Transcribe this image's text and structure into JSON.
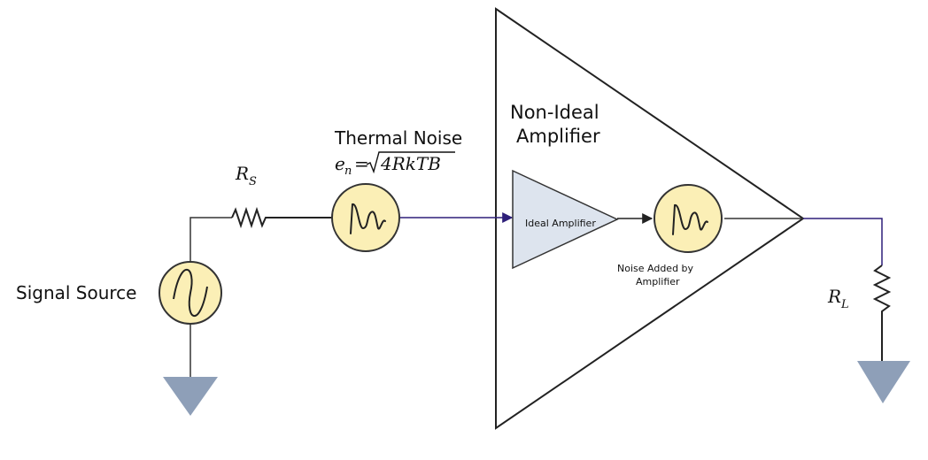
{
  "labels": {
    "signal_source": "Signal Source",
    "thermal_noise": "Thermal Noise",
    "non_ideal_line1": "Non-Ideal",
    "non_ideal_line2": "Amplifier",
    "ideal_amplifier": "Ideal Amplifier",
    "noise_added_line1": "Noise Added by",
    "noise_added_line2": "Amplifier"
  },
  "symbols": {
    "rs_main": "R",
    "rs_sub": "S",
    "rl_main": "R",
    "rl_sub": "L",
    "en_main": "e",
    "en_sub": "n",
    "en_eq": "=",
    "en_rhs": "4RkTB"
  },
  "colors": {
    "wire": "#333333",
    "signal_wire": "#2e1f7a",
    "source_fill": "#fbefb6",
    "ground_fill": "#8e9fb8",
    "ideal_amp_fill": "#dde4ee"
  }
}
